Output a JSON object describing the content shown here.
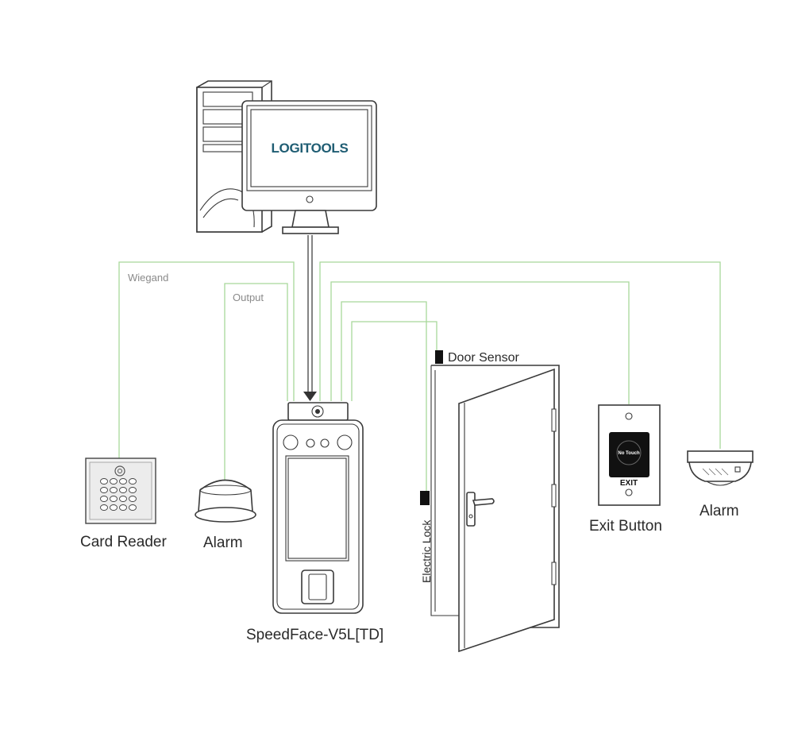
{
  "logo": {
    "text": "LOGITOOLS",
    "color": "#1f5d73"
  },
  "wire_color": "#a8d89a",
  "labels": {
    "wiegand": "Wiegand",
    "output": "Output",
    "door_sensor": "Door Sensor",
    "electric_lock": "Electric Lock",
    "card_reader": "Card Reader",
    "alarm_left": "Alarm",
    "device": "SpeedFace-V5L[TD]",
    "exit_button": "Exit Button",
    "alarm_right": "Alarm",
    "exit_plate_text": "EXIT",
    "no_touch_text": "No Touch"
  }
}
